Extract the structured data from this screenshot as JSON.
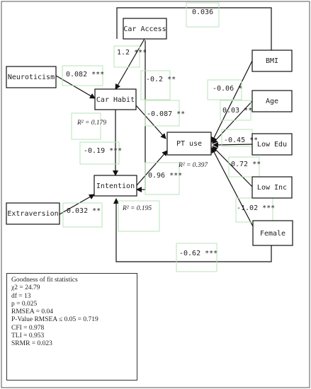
{
  "nodes": {
    "car_access": "Car Access",
    "neuroticism": "Neuroticism",
    "car_habit": "Car Habit",
    "pt_use": "PT use",
    "intention": "Intention",
    "extraversion": "Extraversion",
    "bmi": "BMI",
    "age": "Age",
    "low_edu": "Low Edu",
    "low_inc": "Low Inc",
    "female": "Female"
  },
  "r2": {
    "car_habit": "R² = 0.179",
    "pt_use": "R² = 0.397",
    "intention": "R² = 0.195"
  },
  "paths": {
    "car_access_to_pt_top": "0.036",
    "car_access_to_car_habit": "1.2 ***",
    "car_access_to_intention": "-0.2 **",
    "neuroticism_to_car_habit": "0.082 ***",
    "car_habit_to_pt_use": "-0.087 **",
    "car_habit_to_intention": "-0.19 ***",
    "intention_pt_use": "0.96 ***",
    "extraversion_to_intention": "0.032 **",
    "bmi_to_pt_use": "-0.06 *",
    "age_to_pt_use": "0.03 **",
    "low_edu_to_pt_use": "-0.45 **",
    "low_inc_to_pt_use": "0.72 **",
    "female_to_pt_use": "-1.02 ***",
    "female_to_intention": "-0.62 ***"
  },
  "fit": {
    "title": "Goodness of fit statistics",
    "chi2": "χ2 = 24.79",
    "df": "df = 13",
    "p": "p = 0.025",
    "rmsea": "RMSEA = 0.04",
    "pvalue_rmsea": "P-Value RMSEA ≤ 0.05 = 0.719",
    "cfi": "CFI = 0.978",
    "tli": "TLI = 0.953",
    "srmr": "SRMR = 0.023"
  },
  "colors": {
    "line": "#111111",
    "label_box": "#b9e3b9",
    "frame": "#555555"
  }
}
